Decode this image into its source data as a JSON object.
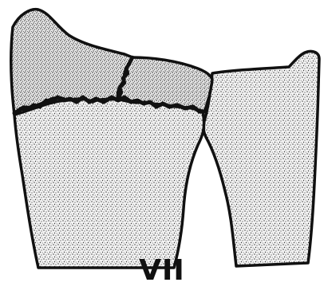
{
  "figure": {
    "label": "VII",
    "colors": {
      "outline": "#111111",
      "stipple": "#3a3a3a",
      "fill": "#f4f4f4",
      "background": "#ffffff"
    },
    "parts": [
      {
        "name": "radius-bone",
        "shape": "bone-shaft-with-articular-surface"
      },
      {
        "name": "ulna-bone",
        "shape": "bone-shaft-with-styloid-process"
      },
      {
        "name": "distal-radius-fragment-dorsal",
        "shape": "fracture-fragment"
      },
      {
        "name": "distal-radius-fragment-volar",
        "shape": "fracture-fragment"
      }
    ]
  }
}
